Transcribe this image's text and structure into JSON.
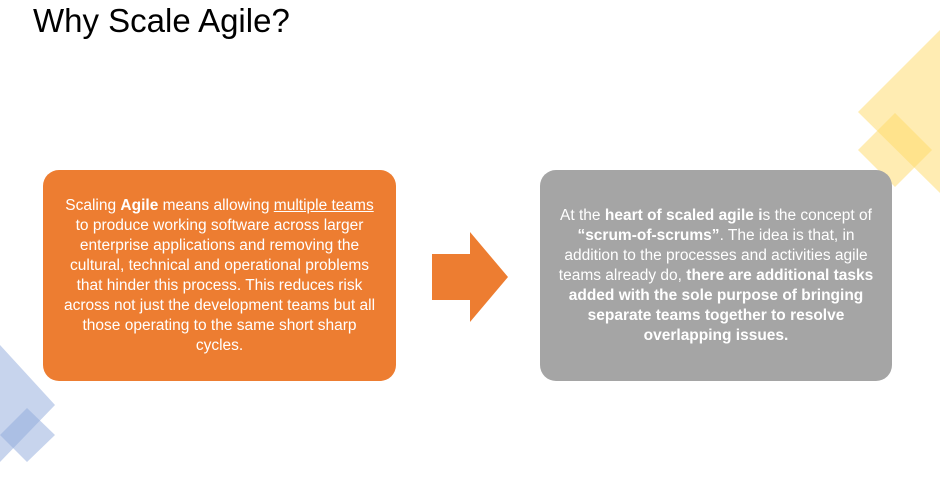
{
  "slide": {
    "title": "Why Scale Agile?"
  },
  "left_box": {
    "color": "#ED7D31",
    "segments": [
      {
        "text": "Scaling ",
        "bold": false,
        "underline": false
      },
      {
        "text": "Agile",
        "bold": true,
        "underline": false
      },
      {
        "text": " means allowing ",
        "bold": false,
        "underline": false
      },
      {
        "text": "multiple teams ",
        "bold": false,
        "underline": true
      },
      {
        "text": "to produce working software across larger enterprise applications and removing the cultural, technical and operational problems that hinder this process. This reduces risk across not just the development teams but all those operating to the same short sharp cycles.",
        "bold": false,
        "underline": false
      }
    ]
  },
  "right_box": {
    "color": "#A5A5A5",
    "segments": [
      {
        "text": "At the ",
        "bold": false,
        "underline": false
      },
      {
        "text": "heart of scaled agile i",
        "bold": true,
        "underline": false
      },
      {
        "text": "s the concept of ",
        "bold": false,
        "underline": false
      },
      {
        "text": "“scrum-of-scrums”",
        "bold": true,
        "underline": false
      },
      {
        "text": ". The idea is that, in addition to the processes and activities agile teams already do, ",
        "bold": false,
        "underline": false
      },
      {
        "text": "there are additional tasks added with the sole purpose of bringing separate teams together to resolve overlapping issues.",
        "bold": true,
        "underline": false
      }
    ]
  },
  "colors": {
    "arrow": "#ED7D31",
    "yellow_deco": "#FFD966",
    "blue_deco": "#8FAADC"
  }
}
